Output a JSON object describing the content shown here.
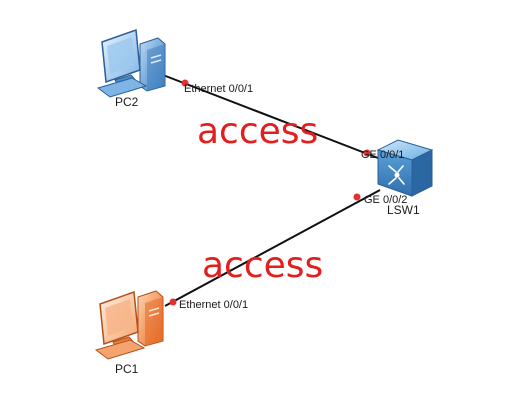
{
  "devices": {
    "pc2": {
      "label": "PC2",
      "icon": "pc-icon",
      "color": "#5b9bd5"
    },
    "pc1": {
      "label": "PC1",
      "icon": "pc-icon",
      "color": "#f08a4b"
    },
    "lsw1": {
      "label": "LSW1",
      "icon": "switch-icon",
      "color": "#4a90c8"
    }
  },
  "links": [
    {
      "from": "PC2",
      "to": "LSW1",
      "from_port": "Ethernet 0/0/1",
      "to_port": "GE 0/0/1",
      "mode": "access"
    },
    {
      "from": "PC1",
      "to": "LSW1",
      "from_port": "Ethernet 0/0/1",
      "to_port": "GE 0/0/2",
      "mode": "access"
    }
  ],
  "colors": {
    "annotation": "#e31e1e",
    "port_dot": "#e03030",
    "link": "#111111"
  }
}
